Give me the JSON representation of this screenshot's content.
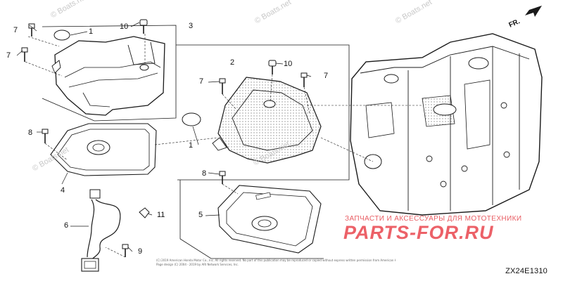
{
  "callouts": {
    "c1_top": "1",
    "c1_mid": "1",
    "c2": "2",
    "c3": "3",
    "c4": "4",
    "c5": "5",
    "c6": "6",
    "c7_a": "7",
    "c7_b": "7",
    "c7_c": "7",
    "c7_d": "7",
    "c8_a": "8",
    "c8_b": "8",
    "c9": "9",
    "c10_a": "10",
    "c10_b": "10",
    "c11": "11"
  },
  "direction_label": "FR.",
  "diagram_code": "ZX24E1310",
  "watermarks": {
    "boats_net": "© Boats.net",
    "ru_line": "ЗАПЧАСТИ И АКСЕССУАРЫ ДЛЯ МОТОТЕХНИКИ",
    "ru_logo": "PARTS-FOR.RU"
  },
  "copyright_lines": [
    "(C) 2019 American Honda Motor Co., Inc. All rights reserved. No part of this publication may be reproduced or copied without express written permission from American Honda Motor Co., Inc. U.S.A.",
    "Page design (C) 2004 - 2019 by ARI Network Services, Inc."
  ],
  "colors": {
    "line": "#1a1a1a",
    "stipple": "#9a9a9a",
    "watermark_red": "#e9464e",
    "watermark_gray": "#c8c8c8"
  }
}
